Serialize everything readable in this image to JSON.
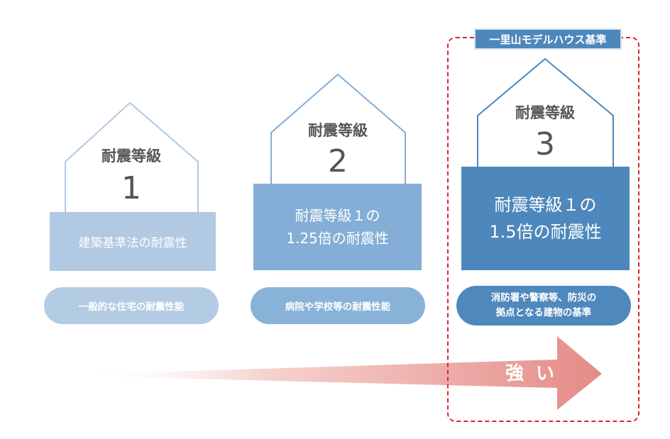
{
  "colors": {
    "level1_base": "#b2c9e3",
    "level1_outline": "#b2c9e3",
    "level2_base": "#84aed5",
    "level2_outline": "#84aed5",
    "level3_base": "#4d87bb",
    "level3_outline": "#4d87bb",
    "pill1": "#b4cbe4",
    "pill2": "#88b2d7",
    "pill3": "#4e88bd",
    "arrow": "#e58b87",
    "dashed_box": "#d7262f",
    "badge": "#4d87bb"
  },
  "badge": {
    "label": "一里山モデルハウス基準"
  },
  "houses": [
    {
      "title": "耐震等級",
      "number": "1",
      "base_text": "建築基準法の耐震性",
      "pill_text": "一般的な住宅の耐震性能"
    },
    {
      "title": "耐震等級",
      "number": "2",
      "base_text": "耐震等級１の\n1.25倍の耐震性",
      "pill_text": "病院や学校等の耐震性能"
    },
    {
      "title": "耐震等級",
      "number": "3",
      "base_text": "耐震等級１の\n1.5倍の耐震性",
      "pill_text": "消防署や警察等、防災の\n拠点となる建物の基準"
    }
  ],
  "arrow": {
    "label": "強 い"
  }
}
